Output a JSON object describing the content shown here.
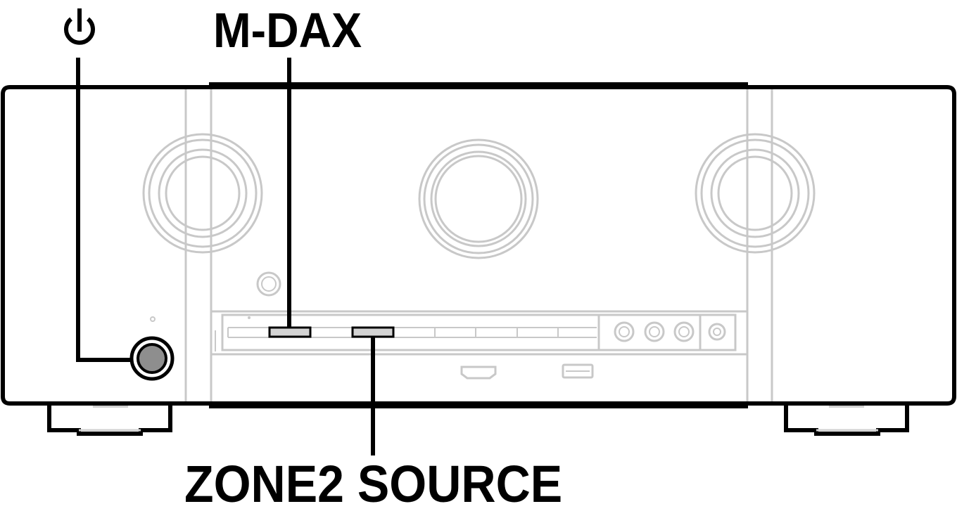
{
  "diagram": {
    "subject": "AV receiver front panel",
    "callouts": [
      {
        "id": "power",
        "label": "",
        "icon": "power-icon"
      },
      {
        "id": "m-dax",
        "label": "M-DAX"
      },
      {
        "id": "zone2-source",
        "label": "ZONE2 SOURCE"
      }
    ]
  },
  "colors": {
    "outline": "#000000",
    "device_detail": "#c8c8c8",
    "button_highlight": "#d3d3d3",
    "power_knob": "#8e8e8e"
  }
}
